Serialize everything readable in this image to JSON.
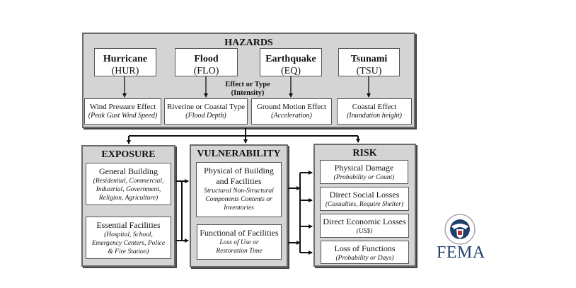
{
  "hazards": {
    "title": "HAZARDS",
    "effect_label_line1": "Effect or Type",
    "effect_label_line2": "(Intensity)",
    "types": [
      {
        "name": "Hurricane",
        "code": "(HUR)",
        "effect": "Wind Pressure Effect",
        "effect_sub": "(Peak Gust Wind Speed)"
      },
      {
        "name": "Flood",
        "code": "(FLO)",
        "effect": "Riverine or Coastal Type",
        "effect_sub": "(Flood Depth)"
      },
      {
        "name": "Earthquake",
        "code": "(EQ)",
        "effect": "Ground Motion Effect",
        "effect_sub": "(Acceleration)"
      },
      {
        "name": "Tsunami",
        "code": "(TSU)",
        "effect": "Coastal Effect",
        "effect_sub": "(Inundation height)"
      }
    ]
  },
  "exposure": {
    "title": "EXPOSURE",
    "items": [
      {
        "title": "General Building",
        "sub": "(Residential, Commercial, Industrial, Government, Religion, Agriculture)"
      },
      {
        "title": "Essential Facilities",
        "sub": "(Hospital, School, Emergency Centers, Police & Fire Station)"
      }
    ]
  },
  "vulnerability": {
    "title": "VULNERABILITY",
    "items": [
      {
        "title": "Physical of Building and Facilities",
        "sub": "Structural Non-Structural Components Contents or Inventories"
      },
      {
        "title": "Functional of Facilities",
        "sub": "Loss of Use or Restoration Time"
      }
    ]
  },
  "risk": {
    "title": "RISK",
    "items": [
      {
        "title": "Physical Damage",
        "sub": "(Probability or Count)"
      },
      {
        "title": "Direct Social Losses",
        "sub": "(Casualties, Require Shelter)"
      },
      {
        "title": "Direct Economic Losses",
        "sub": "(US$)"
      },
      {
        "title": "Loss of Functions",
        "sub": "(Probability or Days)"
      }
    ]
  },
  "logo": {
    "text": "FEMA",
    "seal": "dhs-seal-icon",
    "color": "#1f3f6b"
  }
}
